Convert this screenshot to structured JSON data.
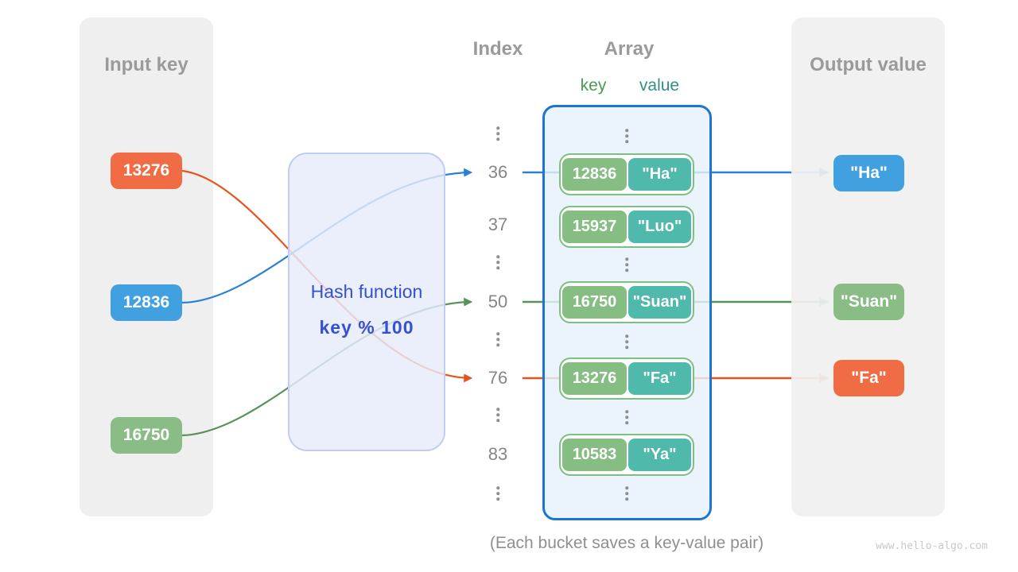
{
  "panels": {
    "input": {
      "title": "Input key"
    },
    "output": {
      "title": "Output value"
    }
  },
  "hash_box": {
    "line1": "Hash function",
    "line2": "key % 100"
  },
  "headers": {
    "index": "Index",
    "array": "Array",
    "key": "key",
    "value": "value"
  },
  "input_keys": [
    {
      "value": "13276",
      "color": "#ef6c44"
    },
    {
      "value": "12836",
      "color": "#41a0e0"
    },
    {
      "value": "16750",
      "color": "#8abc86"
    }
  ],
  "index_rows": [
    "36",
    "37",
    "50",
    "76",
    "83"
  ],
  "buckets": [
    {
      "key": "12836",
      "value": "\"Ha\""
    },
    {
      "key": "15937",
      "value": "\"Luo\""
    },
    {
      "key": "16750",
      "value": "\"Suan\""
    },
    {
      "key": "13276",
      "value": "\"Fa\""
    },
    {
      "key": "10583",
      "value": "\"Ya\""
    }
  ],
  "outputs": [
    {
      "value": "\"Ha\"",
      "color": "#41a0e0"
    },
    {
      "value": "\"Suan\"",
      "color": "#8abc86"
    },
    {
      "value": "\"Fa\"",
      "color": "#ef6c44"
    }
  ],
  "caption": "(Each bucket saves a key-value pair)",
  "watermark": "www.hello-algo.com",
  "colors": {
    "key_green": "#85bd82",
    "teal": "#4fb9ac",
    "orange_line": "#e5541c",
    "blue_line": "#2b7fd4",
    "green_line": "#55935a"
  }
}
